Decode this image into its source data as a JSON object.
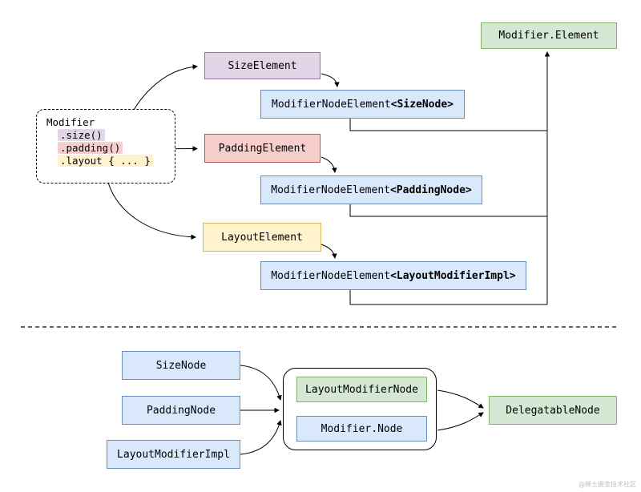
{
  "top": {
    "modifier_element": "Modifier.Element",
    "code_block": {
      "title": "Modifier",
      "lines": [
        {
          "text": ".size()",
          "color": "purple"
        },
        {
          "text": ".padding()",
          "color": "pink"
        },
        {
          "text": ".layout { ... }",
          "color": "yellow"
        }
      ]
    },
    "size_element": "SizeElement",
    "padding_element": "PaddingElement",
    "layout_element": "LayoutElement",
    "mne_size": {
      "prefix": "ModifierNodeElement",
      "param": "<SizeNode>"
    },
    "mne_padding": {
      "prefix": "ModifierNodeElement",
      "param": "<PaddingNode>"
    },
    "mne_layout": {
      "prefix": "ModifierNodeElement",
      "param": "<LayoutModifierImpl>"
    }
  },
  "bottom": {
    "size_node": "SizeNode",
    "padding_node": "PaddingNode",
    "layout_modifier_impl": "LayoutModifierImpl",
    "layout_modifier_node": "LayoutModifierNode",
    "modifier_node": "Modifier.Node",
    "delegatable_node": "DelegatableNode"
  },
  "watermark": "@稀土掘金技术社区",
  "colors": {
    "purple-fill": "#E1D5E7",
    "purple-stroke": "#9673A6",
    "red-fill": "#F8CECC",
    "red-stroke": "#B85450",
    "yellow-fill": "#FFF2CC",
    "yellow-stroke": "#D6B656",
    "blue-fill": "#DAE8FC",
    "blue-stroke": "#6C8EBF",
    "green-fill": "#D5E8D4",
    "green-stroke": "#82B366"
  }
}
